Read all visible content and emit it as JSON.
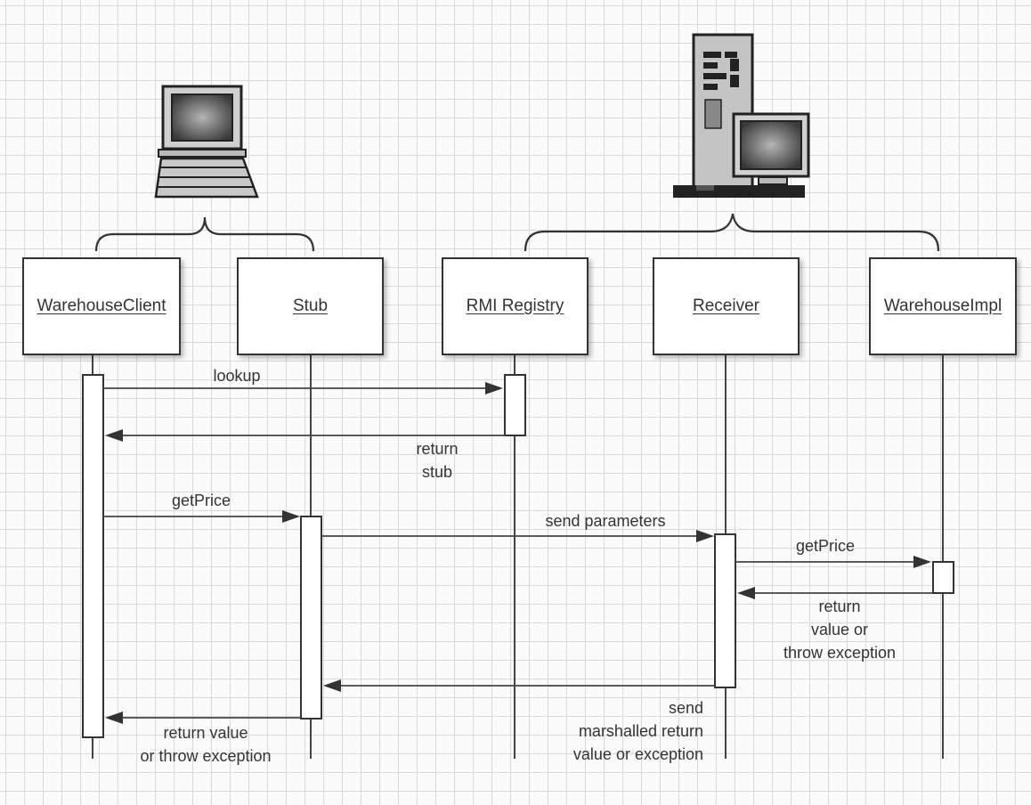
{
  "participants": [
    {
      "id": "warehouse-client",
      "label": "WarehouseClient"
    },
    {
      "id": "stub",
      "label": "Stub"
    },
    {
      "id": "rmi-registry",
      "label": "RMI Registry"
    },
    {
      "id": "receiver",
      "label": "Receiver"
    },
    {
      "id": "warehouse-impl",
      "label": "WarehouseImpl"
    }
  ],
  "messages": {
    "lookup": "lookup",
    "return_stub": [
      "return",
      "stub"
    ],
    "get_price_client": "getPrice",
    "send_parameters": "send parameters",
    "get_price_impl": "getPrice",
    "return_value_impl": [
      "return",
      "value or",
      "throw exception"
    ],
    "send_marshalled": [
      "send",
      "marshalled return",
      "value or exception"
    ],
    "return_value_client": [
      "return value",
      "or throw exception"
    ]
  },
  "icons": {
    "client_machine": "laptop-computer-icon",
    "server_machine": "server-tower-icon"
  }
}
